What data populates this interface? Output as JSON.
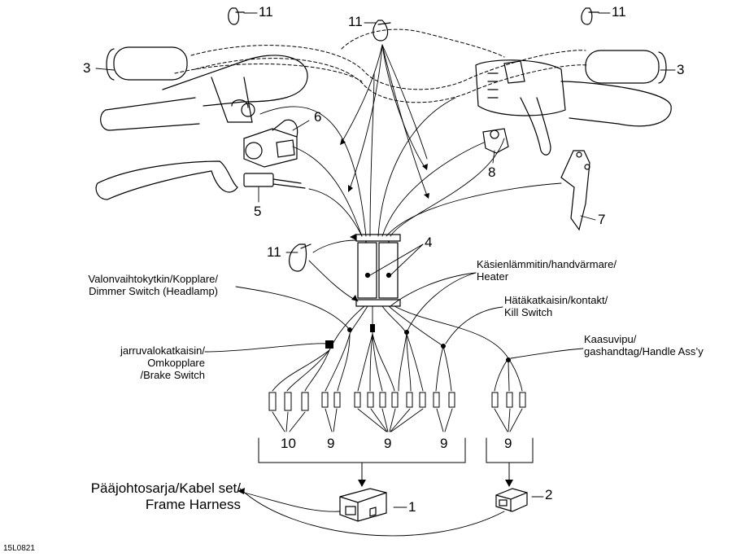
{
  "callouts": {
    "c11_left": "11",
    "c11_center": "11",
    "c11_right": "11",
    "c11_mid": "11",
    "c3_left": "3",
    "c3_right": "3",
    "c6": "6",
    "c8": "8",
    "c5": "5",
    "c7": "7",
    "c4": "4",
    "c10": "10",
    "c9_a": "9",
    "c9_b": "9",
    "c9_c": "9",
    "c9_d": "9",
    "c1": "1",
    "c2": "2"
  },
  "labels": {
    "dimmer_line1": "Valonvaihtokytkin/Kopplare/",
    "dimmer_line2": "Dimmer Switch (Headlamp)",
    "heater_line1": "Käsienlämmitin/handvärmare/",
    "heater_line2": "Heater",
    "kill_line1": "Hätäkatkaisin/kontakt/",
    "kill_line2": "Kill Switch",
    "brake_line1": "jarruvalokatkaisin/",
    "brake_line2": "Omkopplare",
    "brake_line3": "/Brake Switch",
    "throttle_line1": "Kaasuvipu/",
    "throttle_line2": "gashandtag/Handle Ass’y",
    "harness_line1": "Pääjohtosarja/Kabel set/",
    "harness_line2": "Frame Harness",
    "figure_code": "15L0821"
  }
}
